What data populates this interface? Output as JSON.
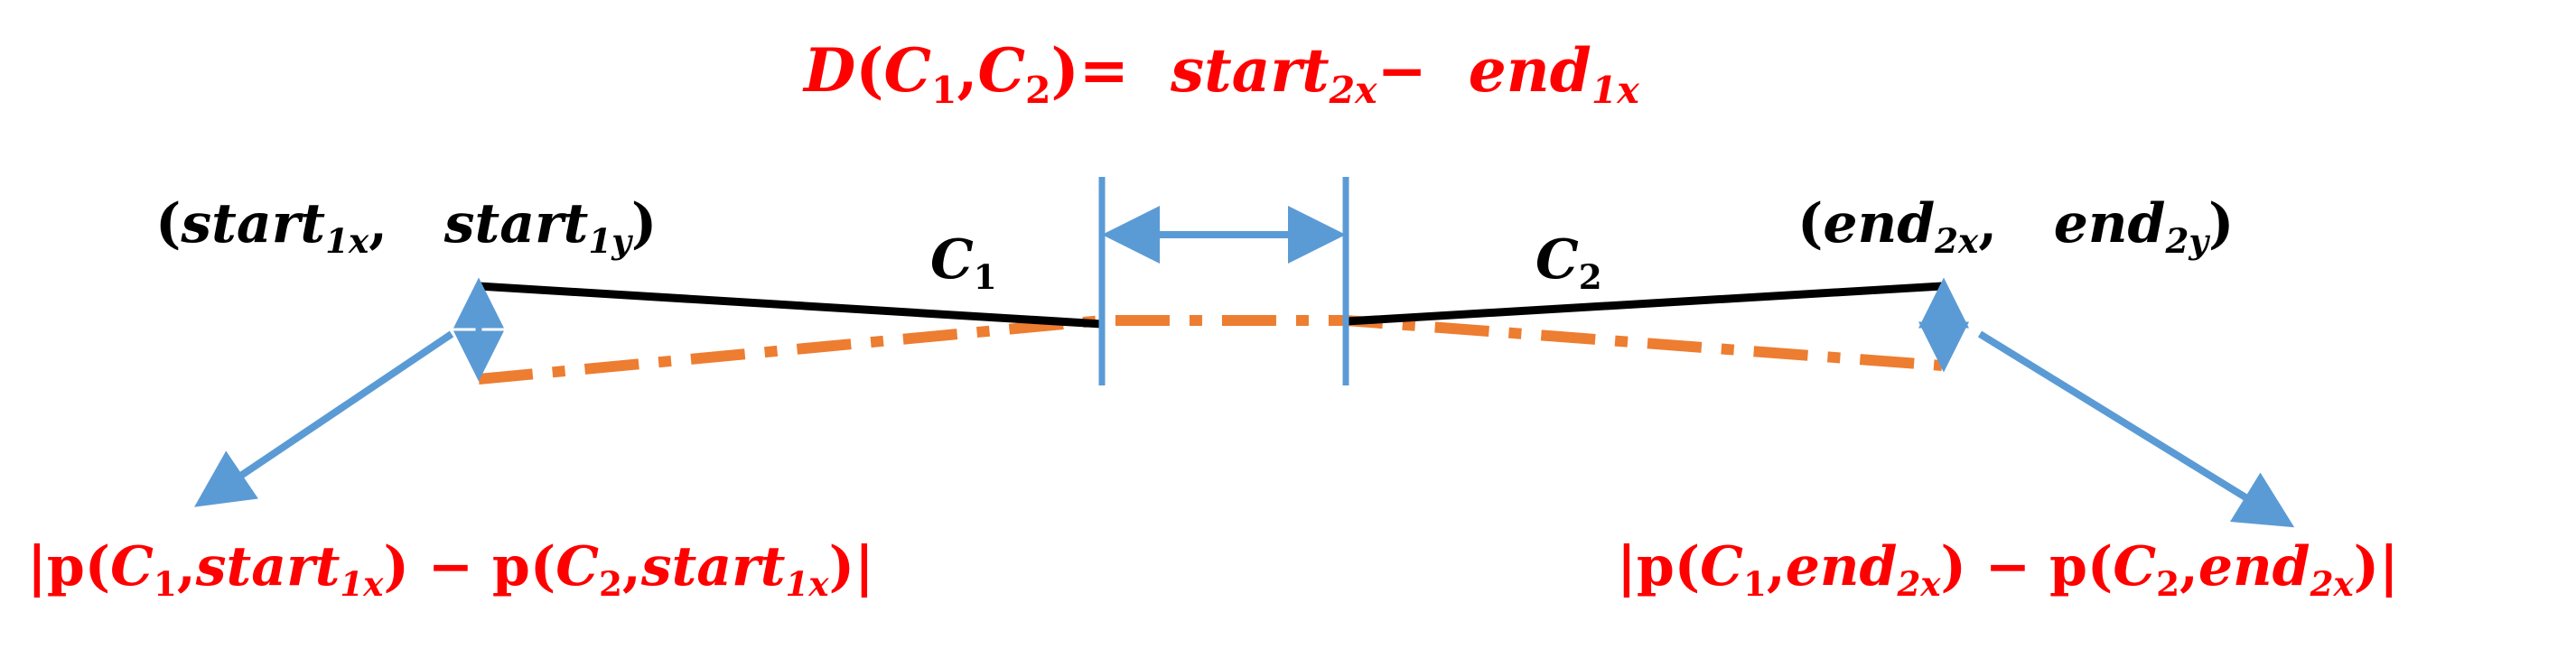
{
  "colors": {
    "curve": "#000000",
    "connector": "#ed7d31",
    "arrow": "#5b9bd5",
    "formula": "#ff0000"
  },
  "distance_formula": {
    "D": "D",
    "open": "(",
    "c": "C",
    "sub1": "1",
    "comma": ",",
    "sub2": "2",
    "close_eq": ")=",
    "start": "start",
    "start_sub": "2x",
    "minus": "−",
    "end": "end",
    "end_sub": "1x"
  },
  "start_point": {
    "open": "(",
    "start_a": "start",
    "sub_a": "1x",
    "comma": ",",
    "start_b": "start",
    "sub_b": "1y",
    "close": ")"
  },
  "end_point": {
    "open": "(",
    "end_a": "end",
    "sub_a": "2x",
    "comma": ",",
    "end_b": "end",
    "sub_b": "2y",
    "close": ")"
  },
  "curve_labels": {
    "c1": "C",
    "c1_sub": "1",
    "c2": "C",
    "c2_sub": "2"
  },
  "left_diff": {
    "bar_open": "|",
    "p1": "p",
    "open1": "(",
    "c1": "C",
    "c1_sub": "1",
    "comma1": ",",
    "start1": "start",
    "start1_sub": "1x",
    "close1": ")",
    "minus": "−",
    "p2": "p",
    "open2": "(",
    "c2": "C",
    "c2_sub": "2",
    "comma2": ",",
    "start2": "start",
    "start2_sub": "1x",
    "close2": ")",
    "bar_close": "|"
  },
  "right_diff": {
    "bar_open": "|",
    "p1": "p",
    "open1": "(",
    "c1": "C",
    "c1_sub": "1",
    "comma1": ",",
    "end1": "end",
    "end1_sub": "2x",
    "close1": ")",
    "minus": "−",
    "p2": "p",
    "open2": "(",
    "c2": "C",
    "c2_sub": "2",
    "comma2": ",",
    "end2": "end",
    "end2_sub": "2x",
    "close2": ")",
    "bar_close": "|"
  }
}
